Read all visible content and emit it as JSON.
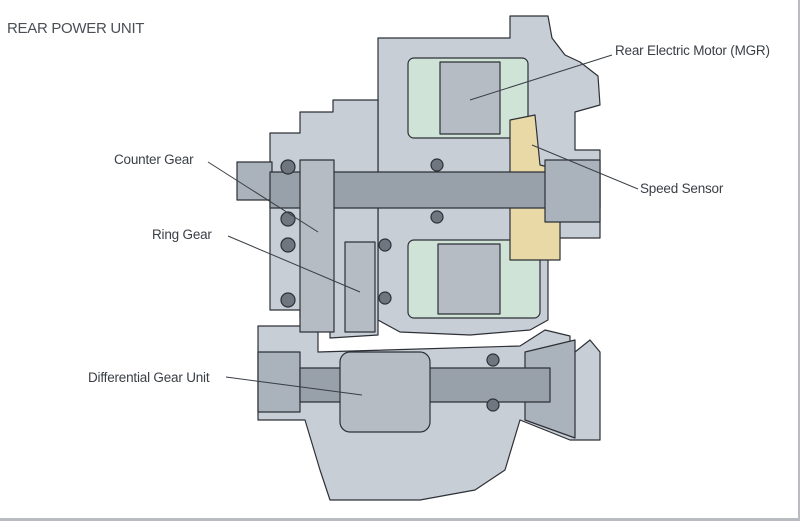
{
  "title": "REAR POWER UNIT",
  "labels": {
    "motor": "Rear Electric Motor (MGR)",
    "speed_sensor": "Speed Sensor",
    "counter_gear": "Counter Gear",
    "ring_gear": "Ring Gear",
    "differential": "Differential Gear Unit"
  },
  "colors": {
    "housing": "#c8ced6",
    "housing_dark": "#aab2bc",
    "line": "#2d3036",
    "motor_green": "#cfe3d6",
    "shaft": "#98a0aa",
    "gear": "#b6bcc4",
    "bearing": "#6f7680",
    "sensor": "#e9d9a6"
  }
}
